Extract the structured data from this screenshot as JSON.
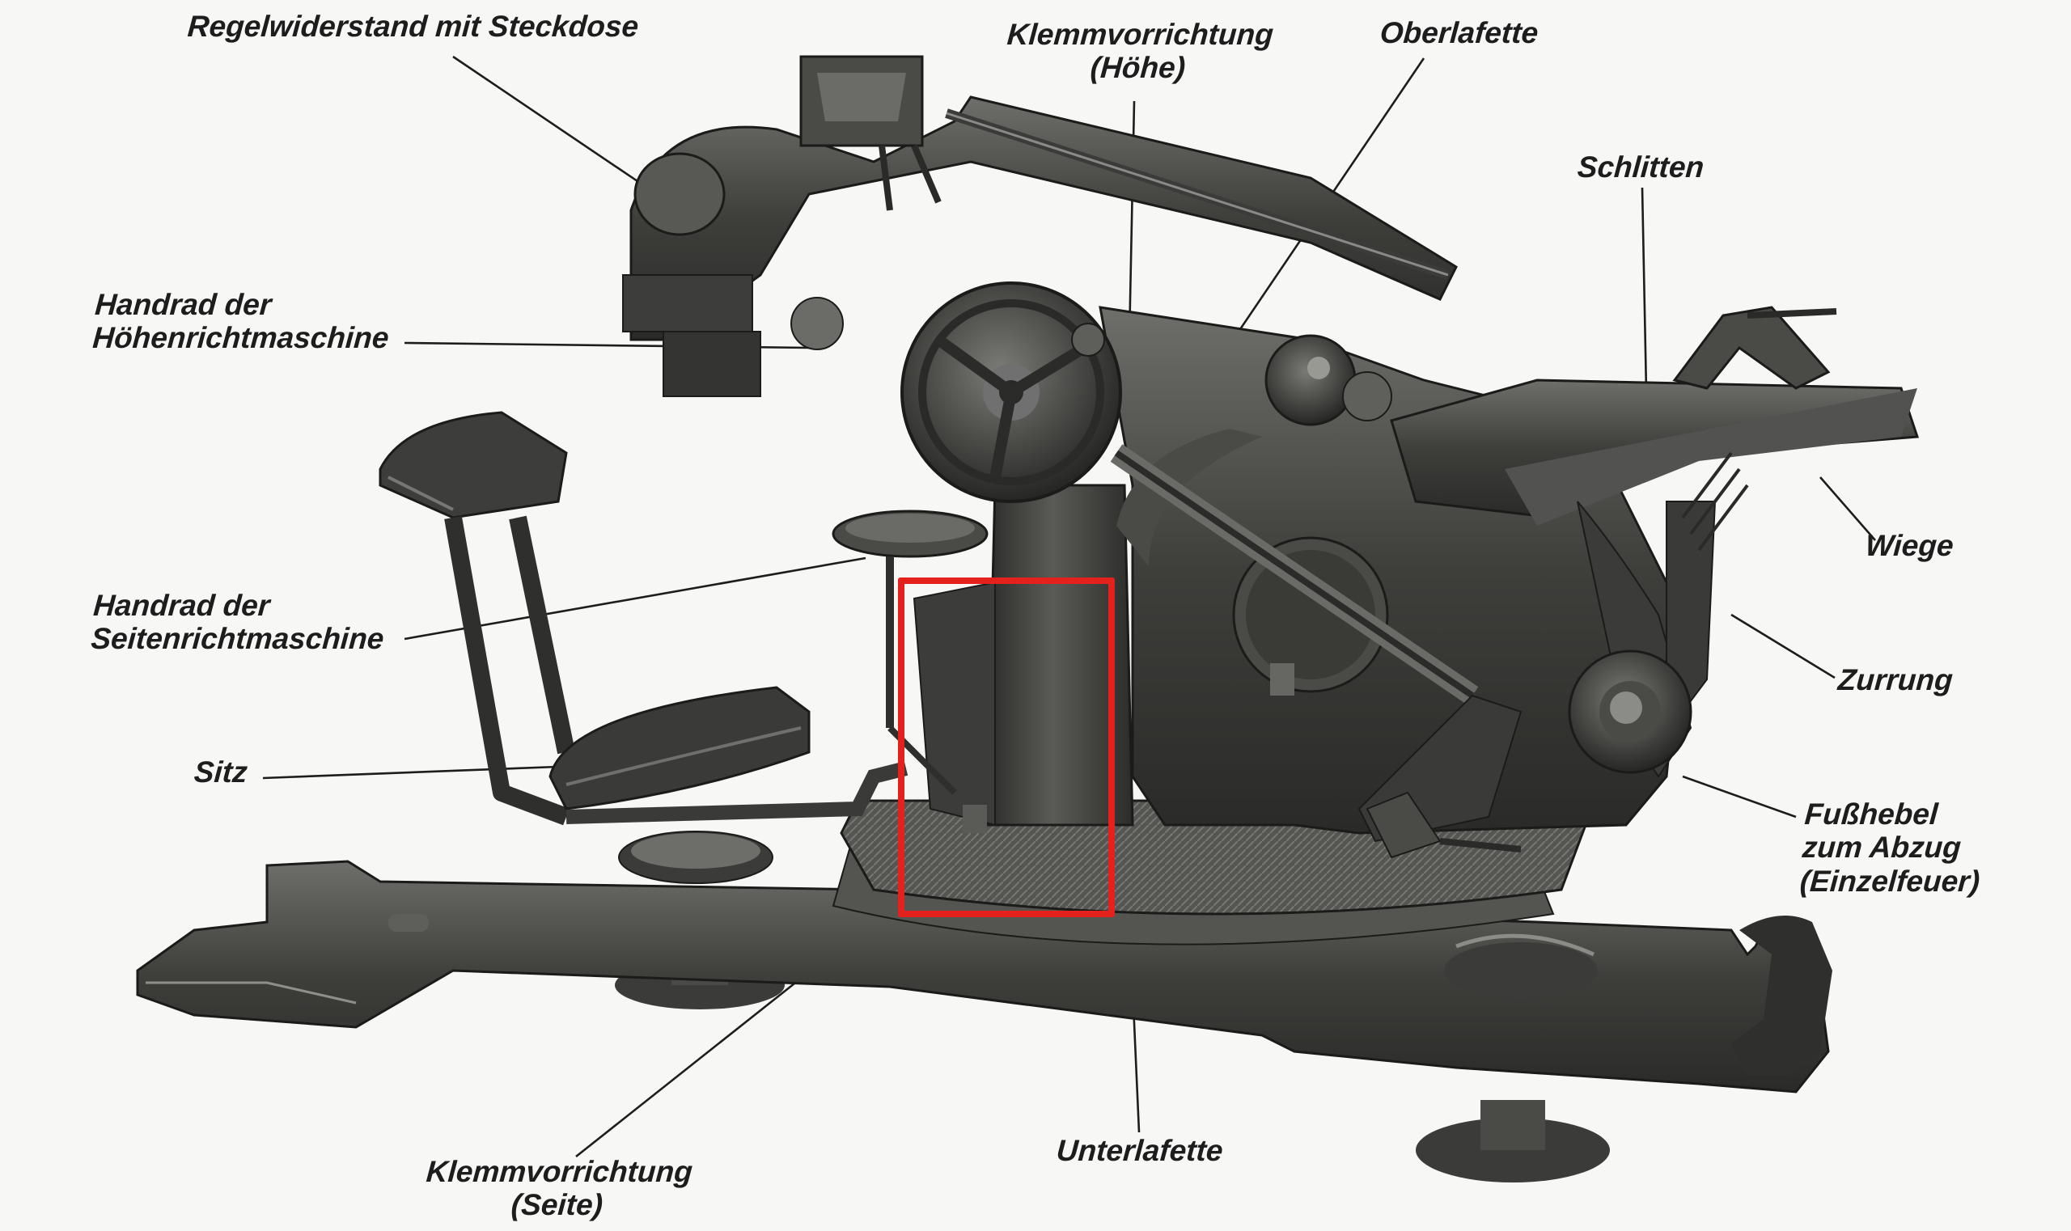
{
  "labels": {
    "regelwiderstand": "Regelwiderstand mit Steckdose",
    "klemm_hoehe": [
      "Klemmvorrichtung",
      "(Höhe)"
    ],
    "oberlafette": "Oberlafette",
    "schlitten": "Schlitten",
    "handrad_hoehe": [
      "Handrad der",
      "Höhenrichtmaschine"
    ],
    "wiege": "Wiege",
    "handrad_seite": [
      "Handrad der",
      "Seitenrichtmaschine"
    ],
    "zurrung": "Zurrung",
    "sitz": "Sitz",
    "fusshebel": [
      "Fußhebel",
      "zum Abzug",
      "(Einzelfeuer)"
    ],
    "unterlafette": "Unterlafette",
    "klemm_seite": [
      "Klemmvorrichtung",
      "(Seite)"
    ]
  },
  "highlight": {
    "color": "#e5211d"
  },
  "colors": {
    "ink": "#1d1d1d",
    "metal_dark": "#3a3a38",
    "metal_mid": "#5d5d5a",
    "metal_light": "#8c8c88",
    "paper": "#f7f7f5"
  }
}
